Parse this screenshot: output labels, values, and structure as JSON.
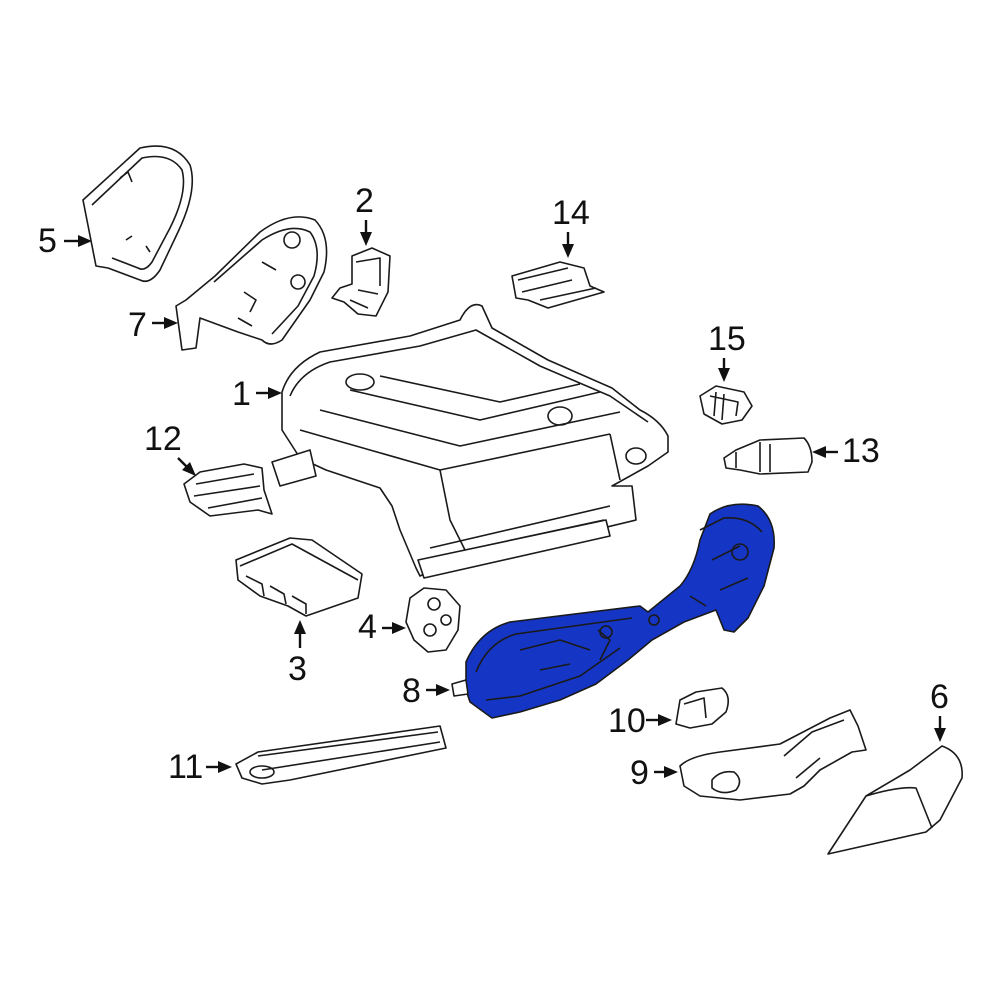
{
  "highlight_color": "#1535c4",
  "parts": [
    {
      "id": "1",
      "label": "1"
    },
    {
      "id": "2",
      "label": "2"
    },
    {
      "id": "3",
      "label": "3"
    },
    {
      "id": "4",
      "label": "4"
    },
    {
      "id": "5",
      "label": "5"
    },
    {
      "id": "6",
      "label": "6"
    },
    {
      "id": "7",
      "label": "7"
    },
    {
      "id": "8",
      "label": "8",
      "highlighted": true
    },
    {
      "id": "9",
      "label": "9"
    },
    {
      "id": "10",
      "label": "10"
    },
    {
      "id": "11",
      "label": "11"
    },
    {
      "id": "12",
      "label": "12"
    },
    {
      "id": "13",
      "label": "13"
    },
    {
      "id": "14",
      "label": "14"
    },
    {
      "id": "15",
      "label": "15"
    }
  ]
}
